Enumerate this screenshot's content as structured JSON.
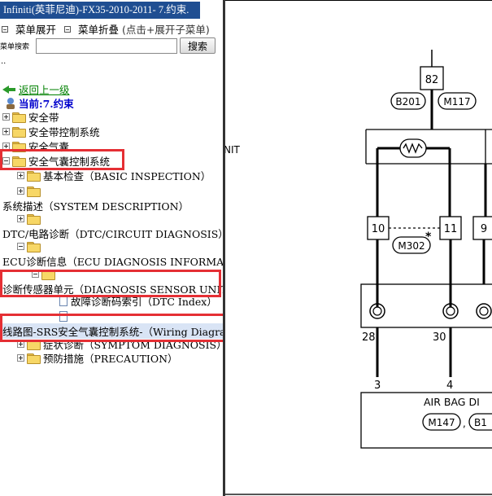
{
  "window": {
    "title": "Infiniti(英菲尼迪)-FX35-2010-2011- 7.约束."
  },
  "menu": {
    "expand_label": "菜单展开",
    "collapse_label": "菜单折叠",
    "collapse_hint": "(点击+展开子菜单)"
  },
  "search": {
    "label": "菜单搜索",
    "value": "",
    "button_label": "搜索"
  },
  "ellipsis": "..",
  "nav": {
    "back_label": "返回上一级",
    "current_label": "当前:7.约束"
  },
  "tree": {
    "items": [
      {
        "label": "安全带"
      },
      {
        "label": "安全带控制系统"
      },
      {
        "label": "安全气囊"
      },
      {
        "label": "安全气囊控制系统"
      },
      {
        "label": "基本检查（BASIC INSPECTION）"
      },
      {
        "label": ""
      },
      {
        "label": "系统描述（SYSTEM DESCRIPTION）"
      },
      {
        "label": ""
      },
      {
        "label": "DTC/电路诊断（DTC/CIRCUIT DIAGNOSIS）"
      },
      {
        "label": ""
      },
      {
        "label": "ECU诊断信息（ECU DIAGNOSIS INFORMATION）"
      },
      {
        "label": ""
      },
      {
        "label": "诊断传感器单元（DIAGNOSIS SENSOR UNIT）"
      },
      {
        "label": "故障诊断码索引（DTC Index）"
      },
      {
        "label": ""
      },
      {
        "label": "线路图-SRS安全气囊控制系统-（Wiring Diagram）"
      },
      {
        "label": "症状诊断（SYMPTOM DIAGNOSIS）"
      },
      {
        "label": "预防措施（PRECAUTION）"
      }
    ]
  },
  "diagram": {
    "fuse_number": "82",
    "fuse_connectors": [
      "B201",
      "M117"
    ],
    "unit_label": "NIT",
    "pins_top": [
      "10",
      "11",
      "9"
    ],
    "connector_note": "M302",
    "star": "*",
    "pins_bottom": [
      "28",
      "30"
    ],
    "wire_numbers": [
      "3",
      "4"
    ],
    "component_label": "AIR BAG DI",
    "component_connectors": [
      "M147",
      "B1"
    ],
    "separator": ","
  },
  "colors": {
    "titlebar_bg": "#1f4e92",
    "highlight_border": "#e52f34",
    "link_green": "#008000",
    "current_blue": "#0000cc"
  }
}
